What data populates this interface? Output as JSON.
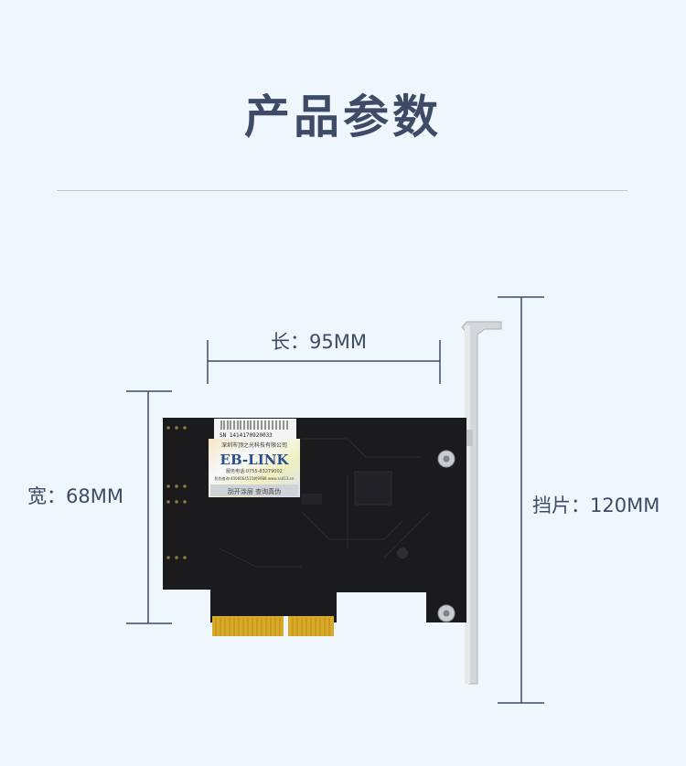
{
  "page": {
    "title": "产品参数"
  },
  "dimensions": {
    "length_label": "长：95MM",
    "width_label": "宽：68MM",
    "bracket_label": "挡片：120MM"
  },
  "sticker": {
    "serial": "SN  1414170920033",
    "company": "深圳市顶之光科技有限公司",
    "brand": "EB-LINK",
    "service_phone": "服务电话:0755-83279002",
    "verify_text": "防伪查询:4006064515转9988 www.ssd13.cn",
    "anti_fake": "刮开涂层  查询真伪"
  },
  "colors": {
    "background": "#f0f6fd",
    "title_text": "#3d4b66",
    "dimension_line": "#3d4b66",
    "pcb": "#1b1b1d",
    "gold": "#d9a928",
    "bracket": "#d4d6d9"
  }
}
